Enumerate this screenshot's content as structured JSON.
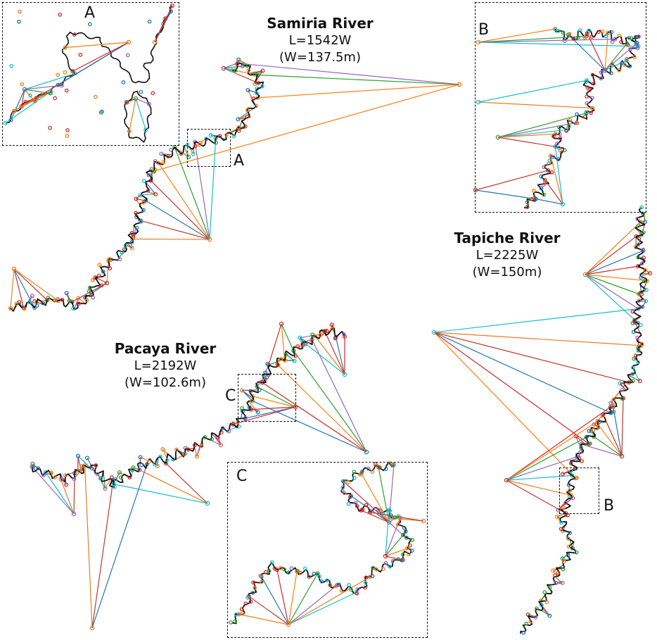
{
  "colors": {
    "line_palette": [
      "#1f77b4",
      "#d62728",
      "#ff7f0e",
      "#2ca02c",
      "#9467bd",
      "#17becf",
      "#e67e22",
      "#c0392b"
    ],
    "outline": "#111111",
    "dashed_box": "#111111"
  },
  "rivers": [
    {
      "name": "Samiria River",
      "length": "L=1542W",
      "width": "(W=137.5m)"
    },
    {
      "name": "Tapiche River",
      "length": "L=2225W",
      "width": "(W=150m)"
    },
    {
      "name": "Pacaya River",
      "length": "L=2192W",
      "width": "(W=102.6m)"
    }
  ],
  "insets": [
    {
      "label": "A"
    },
    {
      "label": "B"
    },
    {
      "label": "C"
    }
  ],
  "zoom_markers": [
    {
      "label": "A"
    },
    {
      "label": "B"
    },
    {
      "label": "C"
    }
  ]
}
